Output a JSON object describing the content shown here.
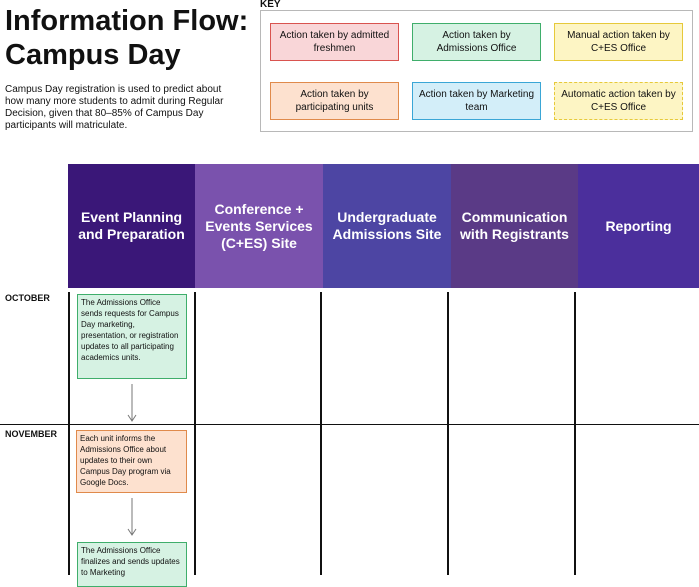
{
  "title": "Information Flow: Campus Day",
  "intro": "Campus Day registration is used to predict about how many more students to admit during Regular Decision, given that 80–85% of Campus Day participants will matriculate.",
  "key": {
    "label": "KEY",
    "items": [
      {
        "label": "Action taken by admitted freshmen",
        "fill": "#f9d6d8",
        "border": "#d9534f",
        "style": "solid"
      },
      {
        "label": "Action taken by Admissions Office",
        "fill": "#d6f2e3",
        "border": "#3fae6b",
        "style": "solid"
      },
      {
        "label": "Manual action taken by C+ES Office",
        "fill": "#fdf5c4",
        "border": "#e6c93a",
        "style": "solid"
      },
      {
        "label": "Action taken by participating units",
        "fill": "#fde1cf",
        "border": "#e08a4b",
        "style": "solid"
      },
      {
        "label": "Action taken by Marketing team",
        "fill": "#d3eef9",
        "border": "#3aa6d6",
        "style": "solid"
      },
      {
        "label": "Automatic action taken by C+ES Office",
        "fill": "#fdf5c4",
        "border": "#e6c93a",
        "style": "dashed"
      }
    ]
  },
  "columns": [
    {
      "label": "Event Planning and Preparation",
      "color": "#3a1778"
    },
    {
      "label": "Conference + Events Services (C+ES) Site",
      "color": "#7a52ad"
    },
    {
      "label": "Undergraduate Admissions Site",
      "color": "#4d45a3"
    },
    {
      "label": "Communication with Registrants",
      "color": "#5a3a86"
    },
    {
      "label": "Reporting",
      "color": "#4b2f9c"
    }
  ],
  "months": [
    "OCTOBER",
    "NOVEMBER"
  ],
  "steps": [
    "The Admissions Office sends requests for Campus Day marketing, presentation, or registration updates to all participating academics units.",
    "Each unit informs the Admissions Office about updates to their own Campus Day program via Google Docs.",
    "The Admissions Office finalizes and sends updates to Marketing"
  ]
}
